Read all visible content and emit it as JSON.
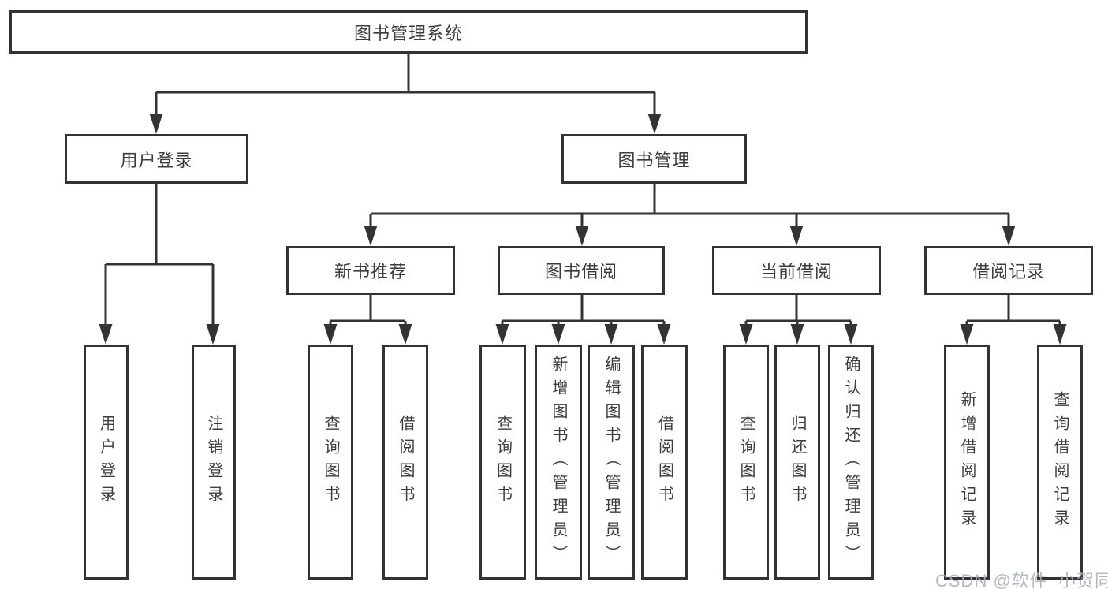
{
  "title": "图书管理系统",
  "watermark": "CSDN @软件_小贺同学",
  "colors": {
    "line": "#333333",
    "text": "#3d3d3d",
    "watermark": "#acb0b8"
  },
  "nodes": {
    "root": "图书管理系统",
    "login": "用户登录",
    "mgmt": "图书管理",
    "rec": "新书推荐",
    "borrow": "图书借阅",
    "current": "当前借阅",
    "record": "借阅记录",
    "login_children": [
      "用户登录",
      "注销登录"
    ],
    "rec_children": [
      "查询图书",
      "借阅图书"
    ],
    "borrow_children": [
      "查询图书",
      "新增图书（管理员）",
      "编辑图书（管理员）",
      "借阅图书"
    ],
    "current_children": [
      "查询图书",
      "归还图书",
      "确认归还（管理员）"
    ],
    "record_children": [
      "新增借阅记录",
      "查询借阅记录"
    ]
  }
}
